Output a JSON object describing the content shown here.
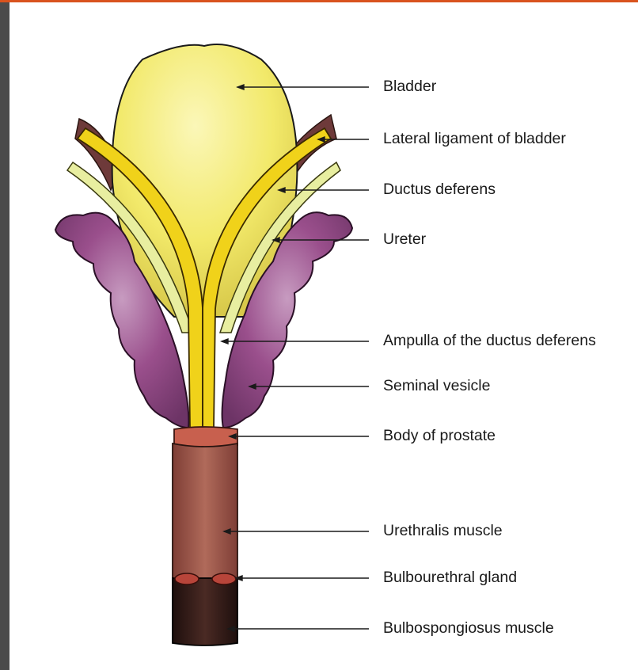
{
  "diagram": {
    "labels": [
      "Bladder",
      "Lateral ligament of bladder",
      "Ductus deferens",
      "Ureter",
      "Ampulla of the ductus deferens",
      "Seminal vesicle",
      "Body of prostate",
      "Urethralis muscle",
      "Bulbourethral gland",
      "Bulbospongiosus muscle"
    ],
    "colors": {
      "bladder": "#f2e96a",
      "ductus": "#f0d21a",
      "ureter": "#e8eea0",
      "seminal_vesicle": "#9a4f8c",
      "ligament": "#6e3a3a",
      "prostate": "#c8604e",
      "urethralis": "#a55a4a",
      "bulbourethral": "#b8453a",
      "bulbospongiosus": "#3a1e1a",
      "frame": "#4b4b4b",
      "accent": "#d9531e"
    }
  }
}
